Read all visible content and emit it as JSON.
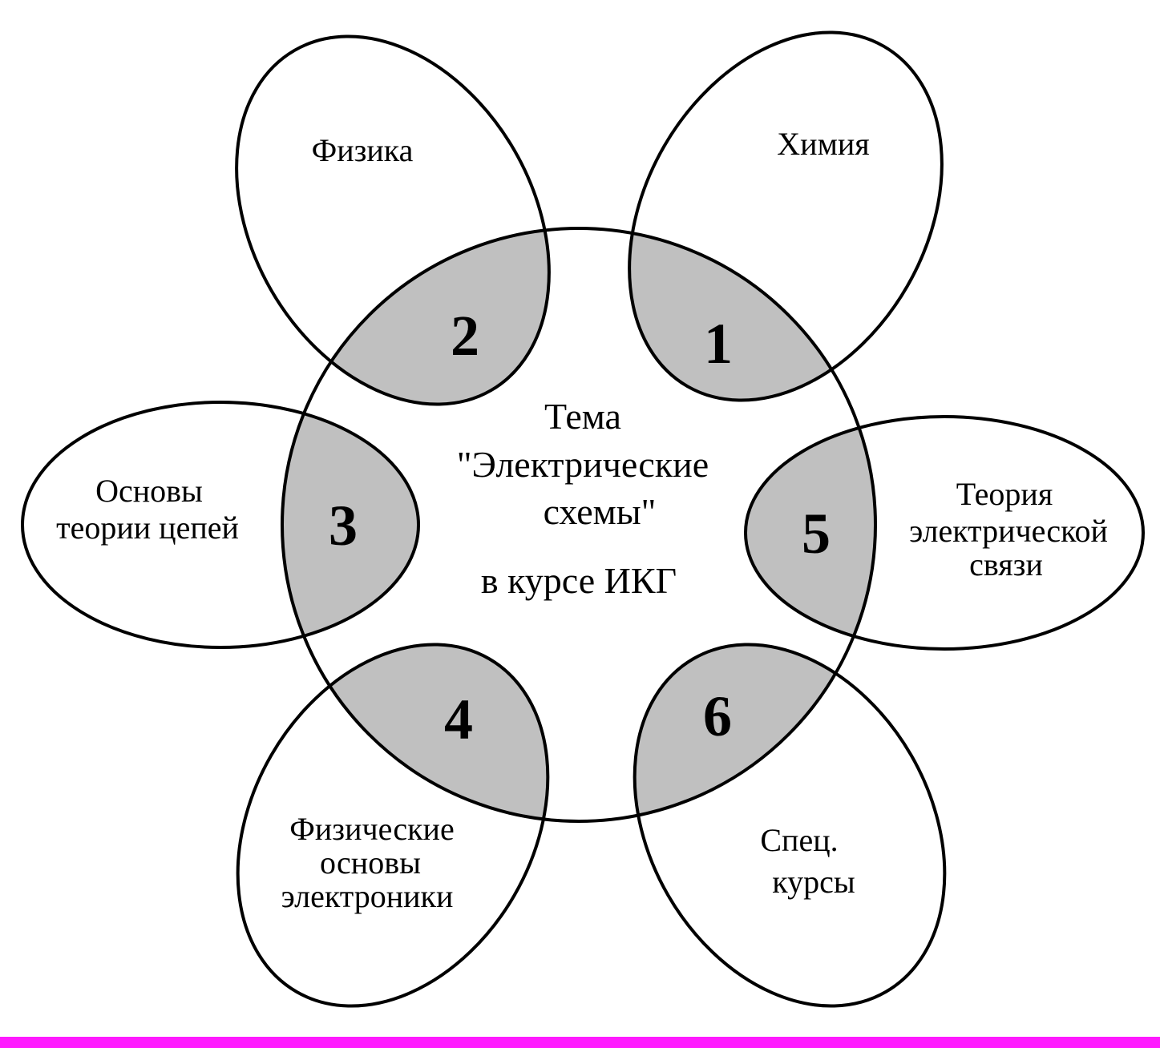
{
  "colors": {
    "overlap_fill": "#c0c0c0",
    "outline": "#000000",
    "bottom_bar": "#ff1aff"
  },
  "center": {
    "lines": [
      "Тема",
      "\"Электрические",
      "схемы\"",
      "в курсе ИКГ"
    ]
  },
  "petals": [
    {
      "label_lines": [
        "Химия"
      ],
      "number": "1"
    },
    {
      "label_lines": [
        "Физика"
      ],
      "number": "2"
    },
    {
      "label_lines": [
        "Основы",
        "теории цепей"
      ],
      "number": "3"
    },
    {
      "label_lines": [
        "Физические",
        "основы",
        "электроники"
      ],
      "number": "4"
    },
    {
      "label_lines": [
        "Теория",
        "электрической",
        "связи"
      ],
      "number": "5"
    },
    {
      "label_lines": [
        "Спец.",
        "курсы"
      ],
      "number": "6"
    }
  ]
}
